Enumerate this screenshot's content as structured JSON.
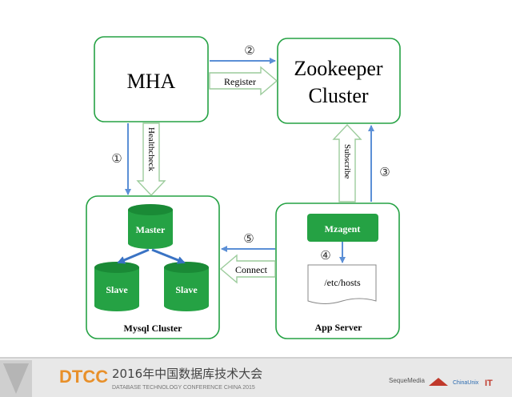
{
  "nodes": {
    "mha": "MHA",
    "zookeeper_line1": "Zookeeper",
    "zookeeper_line2": "Cluster",
    "master": "Master",
    "slave_left": "Slave",
    "slave_right": "Slave",
    "mysql_cluster": "Mysql Cluster",
    "mzagent": "Mzagent",
    "etc_hosts": "/etc/hosts",
    "app_server": "App Server"
  },
  "edges": {
    "step1": "①",
    "step2": "②",
    "step3": "③",
    "step4": "④",
    "step5": "⑤",
    "register": "Register",
    "health_check": "Healthcheck",
    "subscribe": "Subscribe",
    "connect": "Connect"
  },
  "footer": {
    "dtcc": "DTCC",
    "title_cn": "2016年中国数据库技术大会",
    "subtitle": "DATABASE TECHNOLOGY CONFERENCE CHINA 2015",
    "sponsor1": "SequeMedia",
    "sponsor2": "ChinaUnix",
    "sponsor3": "IT"
  },
  "colors": {
    "green": "#25a244",
    "green_dark": "#0d7a2c",
    "arrow_blue": "#5b8fd6",
    "dtcc_orange": "#e8902a"
  }
}
